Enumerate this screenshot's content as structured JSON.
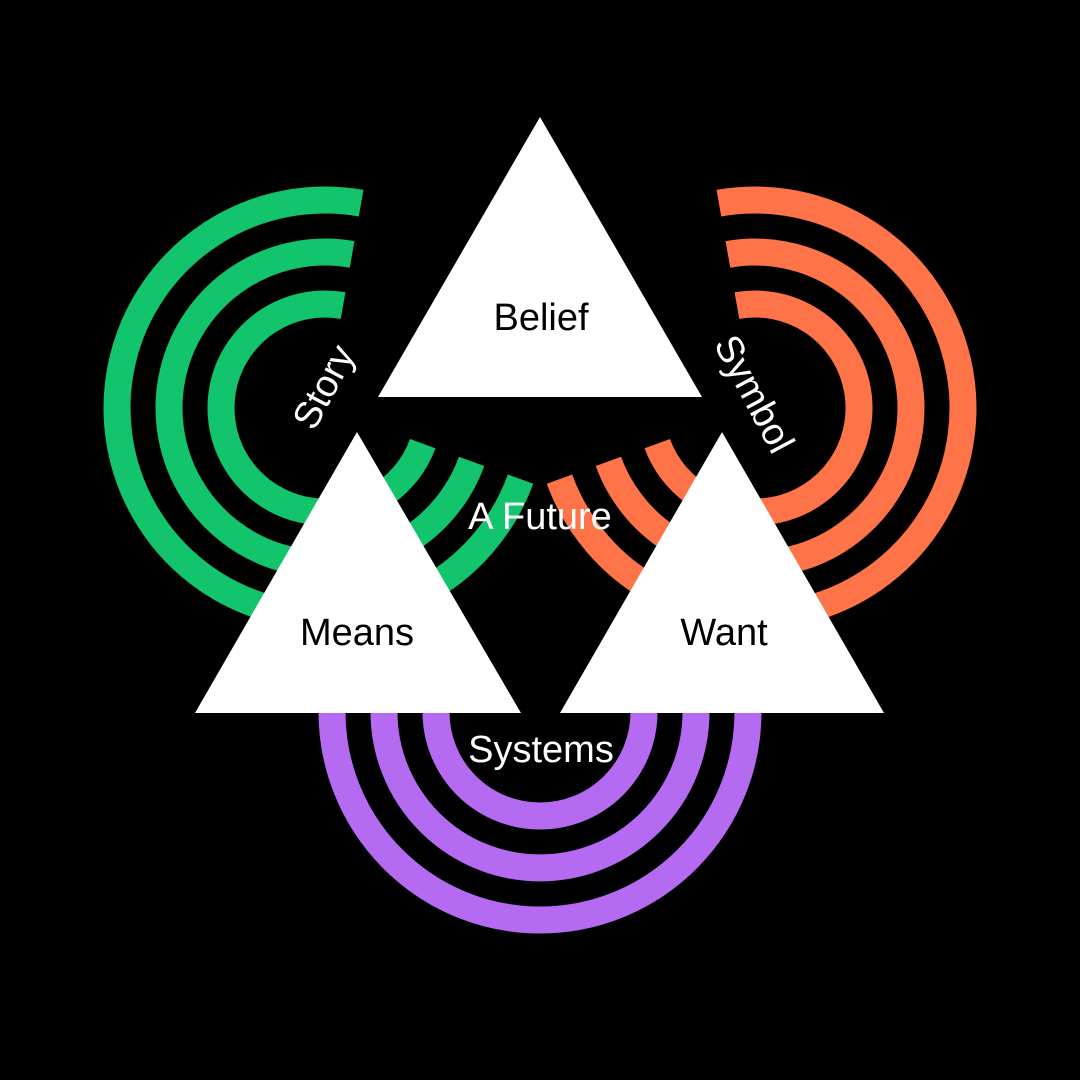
{
  "diagram": {
    "center_label": "A Future",
    "triangles": {
      "top": {
        "label": "Belief"
      },
      "left": {
        "label": "Means"
      },
      "right": {
        "label": "Want"
      }
    },
    "arcs": {
      "left": {
        "label": "Story",
        "color": "#12c46b"
      },
      "right": {
        "label": "Symbol",
        "color": "#ff7348"
      },
      "bottom": {
        "label": "Systems",
        "color": "#b56af2"
      }
    },
    "colors": {
      "background": "#000000",
      "triangle_fill": "#ffffff",
      "text_on_triangle": "#000000",
      "text_on_background": "#ffffff"
    }
  }
}
